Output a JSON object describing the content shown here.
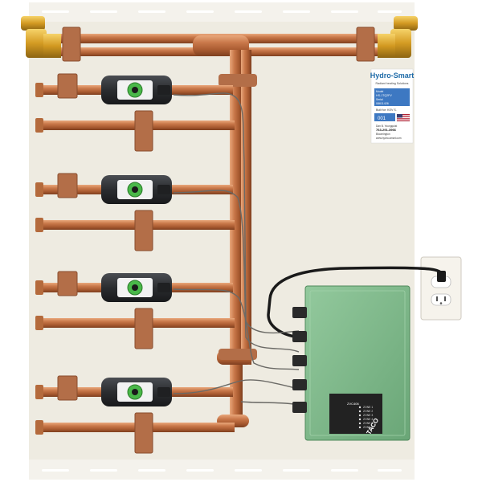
{
  "brand": {
    "name": "Hydro-Smart",
    "tagline": "Radiant heating Solutions",
    "model_label": "Model",
    "model_value": "HS-1TQ2FV",
    "serial_label": "Serial",
    "serial_value": "08611426",
    "built_label": "Built for: KEV S.",
    "panel_code": "001",
    "contact_line1": "Dan B. Youngquist",
    "contact_line2": "763-291-3966",
    "contact_line3": "Bloomington",
    "contact_line4": "www.hydro-smart.com"
  },
  "controller": {
    "brand": "TACO",
    "model": "ZVC406",
    "zone_labels": [
      "ZONE 1",
      "ZONE 2",
      "ZONE 3",
      "ZONE 4",
      "ZONE 5",
      "ZONE 6"
    ]
  },
  "colors": {
    "panel": "#eeebe1",
    "copper": "#c0703e",
    "brass": "#d6a22a",
    "controller": "#7fb88a",
    "pump_body": "#2b2d30",
    "pump_accent": "#49b849"
  }
}
